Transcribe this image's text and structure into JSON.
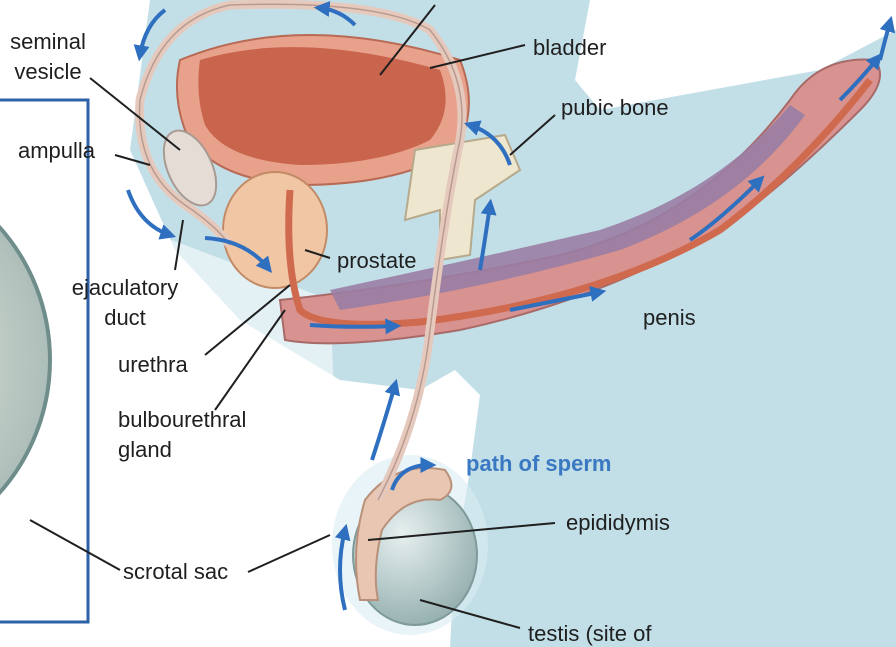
{
  "labels": {
    "seminal_vesicle_line1": "seminal",
    "seminal_vesicle_line2": "vesicle",
    "ampulla": "ampulla",
    "ejaculatory_duct_line1": "ejaculatory",
    "ejaculatory_duct_line2": "duct",
    "urethra": "urethra",
    "bulbourethral_gland_line1": "bulbourethral",
    "bulbourethral_gland_line2": "gland",
    "scrotal_sac": "scrotal sac",
    "bladder": "bladder",
    "pubic_bone": "pubic bone",
    "prostate": "prostate",
    "penis": "penis",
    "path_of_sperm": "path of sperm",
    "epididymis": "epididymis",
    "testis": "testis (site of"
  },
  "colors": {
    "background": "#ffffff",
    "body_fill": "#c2dfe8",
    "inset_frame": "#2e62a8",
    "flow_arrow": "#2f6fc0",
    "accent_text": "#3a78c2",
    "label_text": "#1f1f1f",
    "bladder_wall": "#e8a18b",
    "bladder_inner": "#c9644d",
    "penis_tissue": "#d8928f",
    "spongy_tissue": "#9a7ea4",
    "vas_deferens": "#e6c9bd",
    "testis": "#b8c9c9",
    "bone": "#efe6cf"
  },
  "icons": [
    "flow-arrow-icon"
  ]
}
